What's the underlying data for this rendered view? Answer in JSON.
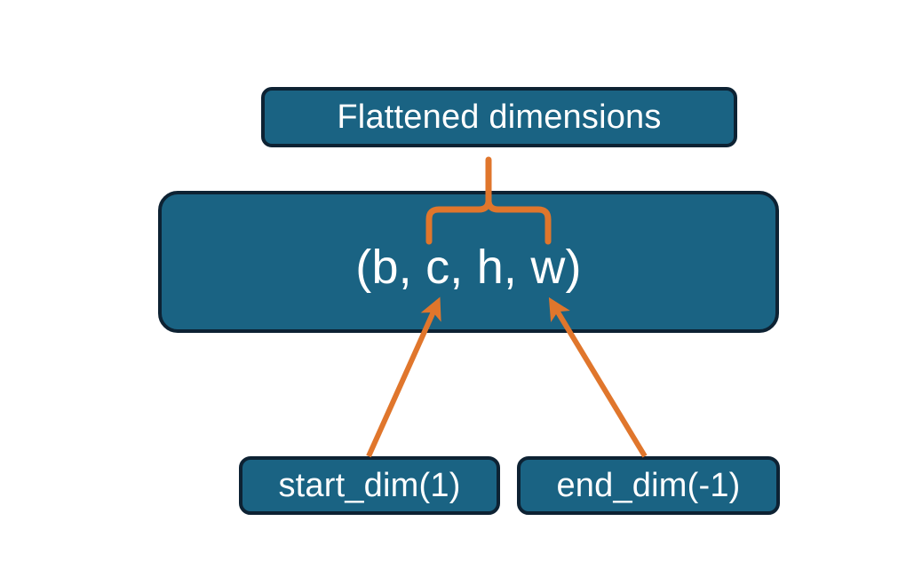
{
  "diagram": {
    "title_text": "Flattened dimensions",
    "shape_text": "(b, c, h, w)",
    "start_dim_text": "start_dim(1)",
    "end_dim_text": "end_dim(-1)",
    "colors": {
      "node_fill": "#1a6383",
      "node_border": "#0d2233",
      "node_text": "#ffffff",
      "connector": "#e0762c",
      "background": "#ffffff"
    },
    "nodes": [
      {
        "name": "flattened-dimensions",
        "label": "Flattened dimensions"
      },
      {
        "name": "tensor-shape",
        "label": "(b, c, h, w)"
      },
      {
        "name": "start-dim",
        "label": "start_dim(1)"
      },
      {
        "name": "end-dim",
        "label": "end_dim(-1)"
      }
    ],
    "connectors": [
      {
        "name": "brace-to-flattened",
        "type": "curly-brace",
        "from": "tensor-shape",
        "to": "flattened-dimensions"
      },
      {
        "name": "arrow-start-dim",
        "type": "arrow",
        "from": "start-dim",
        "to": "tensor-shape"
      },
      {
        "name": "arrow-end-dim",
        "type": "arrow",
        "from": "end-dim",
        "to": "tensor-shape"
      }
    ]
  }
}
